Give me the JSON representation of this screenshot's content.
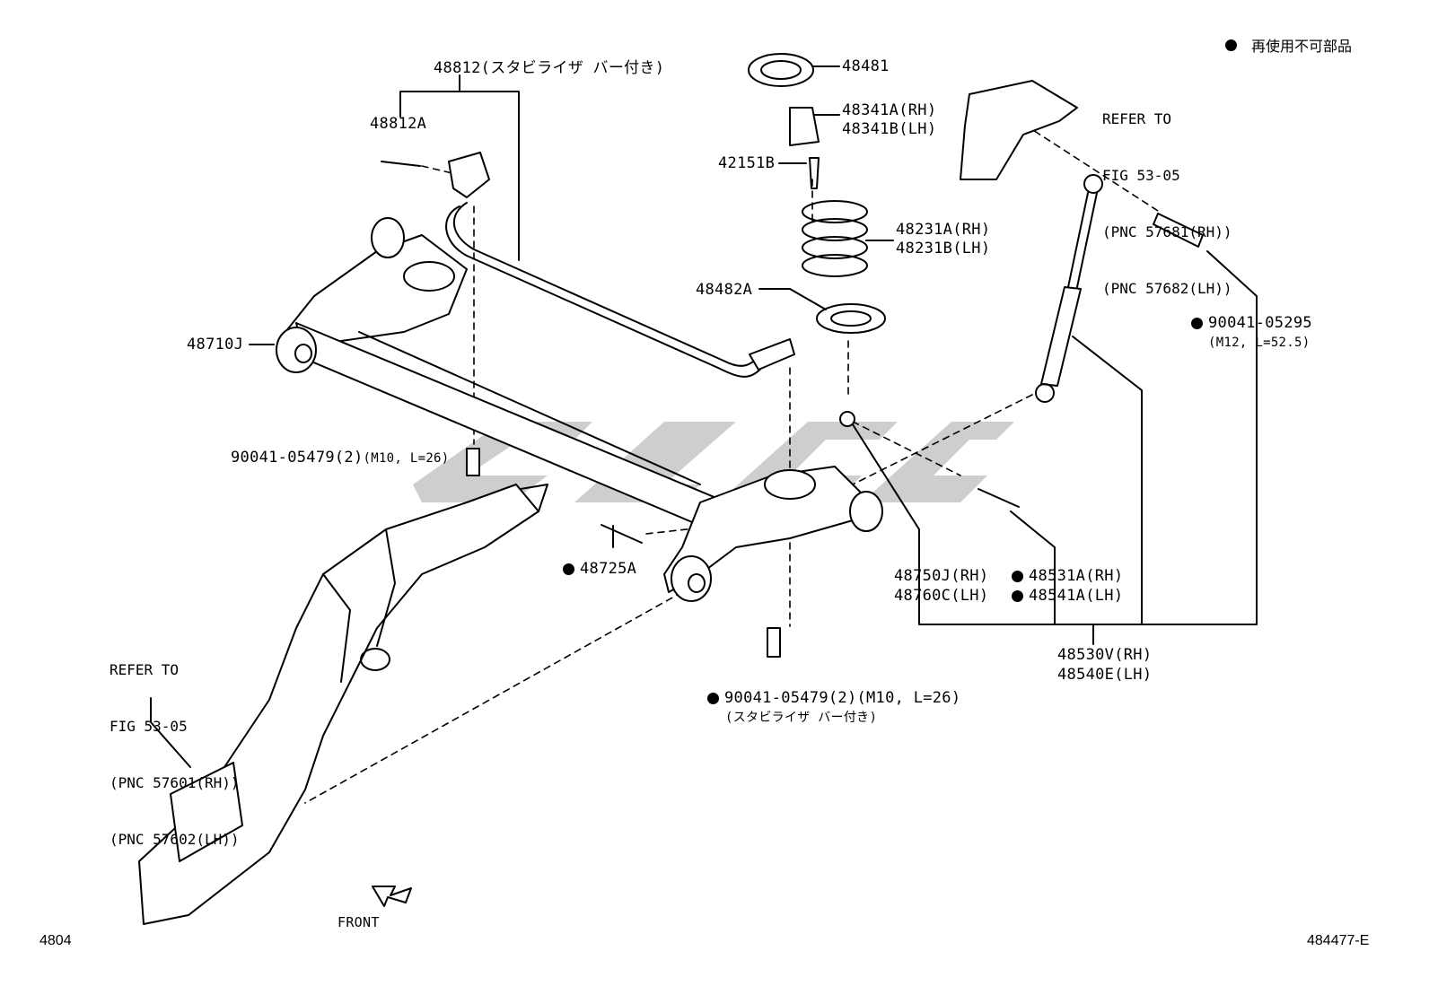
{
  "legend": {
    "marker": "●",
    "text": "再使用不可部品"
  },
  "parts": {
    "p48812": "48812(スタビライザ バー付き)",
    "p48812A": "48812A",
    "p48481": "48481",
    "p48341A": "48341A(RH)",
    "p48341B": "48341B(LH)",
    "p42151B": "42151B",
    "p48231A": "48231A(RH)",
    "p48231B": "48231B(LH)",
    "p48482A": "48482A",
    "p48710J": "48710J",
    "p90041_05295": "90041-05295",
    "p90041_05295_spec": "(M12, L=52.5)",
    "p90041_05479_a": "90041-05479(2)",
    "p90041_05479_a_spec": "(M10, L=26)",
    "p48725A": "48725A",
    "p48750J": "48750J(RH)",
    "p48760C": "48760C(LH)",
    "p48531A": "48531A(RH)",
    "p48541A": "48541A(LH)",
    "p48530V": "48530V(RH)",
    "p48540E": "48540E(LH)",
    "p90041_05479_b": "90041-05479(2)(M10, L=26)",
    "p90041_05479_b_note": "(スタビライザ バー付き)"
  },
  "refs": {
    "top_right": [
      "REFER TO",
      "FIG 53-05",
      "(PNC 57681(RH))",
      "(PNC 57682(LH))"
    ],
    "bottom_left": [
      "REFER TO",
      "FIG 53-05",
      "(PNC 57601(RH))",
      "(PNC 57602(LH))"
    ]
  },
  "front_label": "FRONT",
  "page_code_left": "4804",
  "figure_code": "484477-E"
}
